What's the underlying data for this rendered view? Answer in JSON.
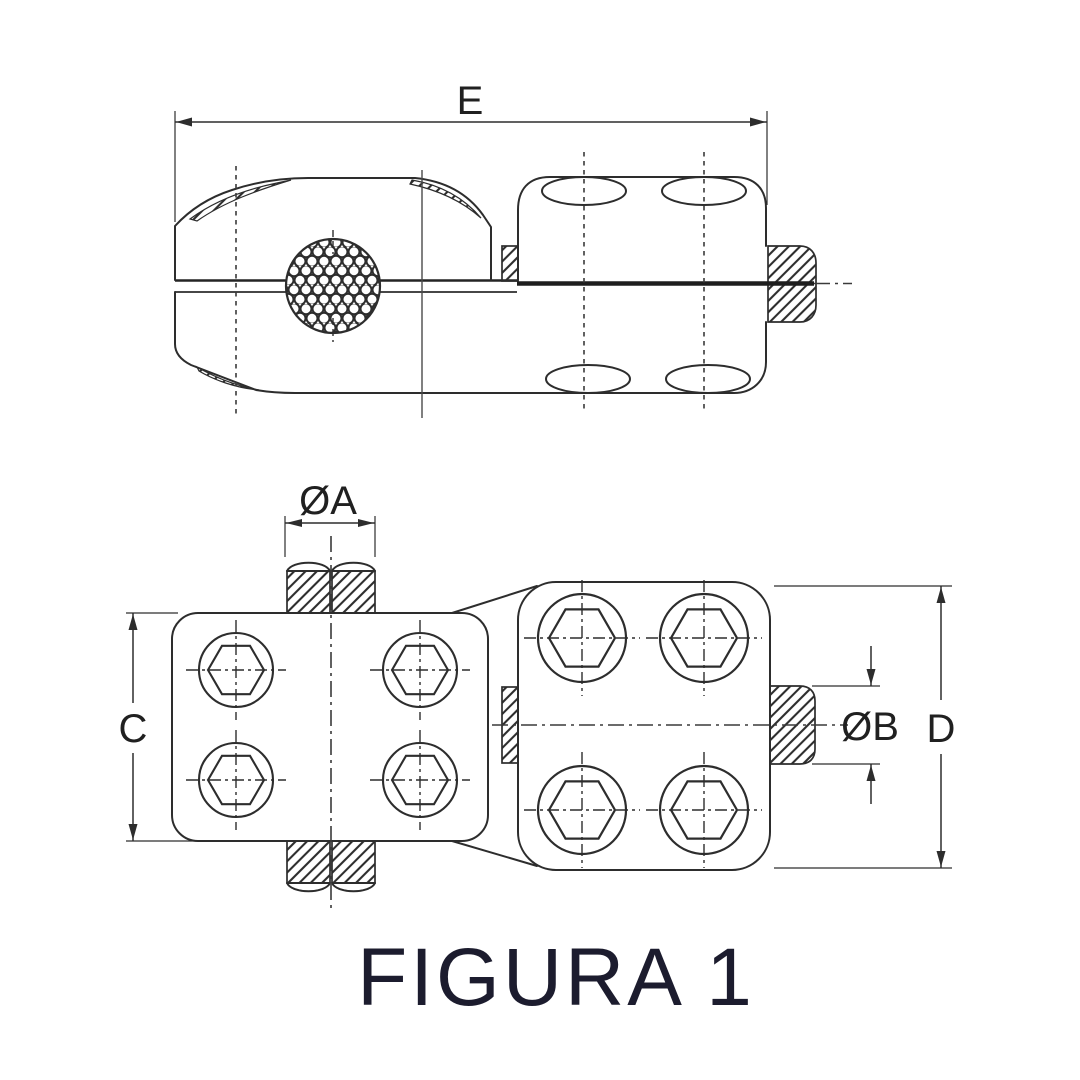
{
  "drawing": {
    "caption": "FIGURA 1",
    "dimension_labels": {
      "overall_length": "E",
      "conductor_diameter": "ØA",
      "clamp_body_height": "C",
      "stud_diameter": "ØB",
      "pad_body_height": "D"
    },
    "colors": {
      "line": "#2d2d2d",
      "background": "#ffffff",
      "caption_text": "#1c1c2e"
    }
  }
}
